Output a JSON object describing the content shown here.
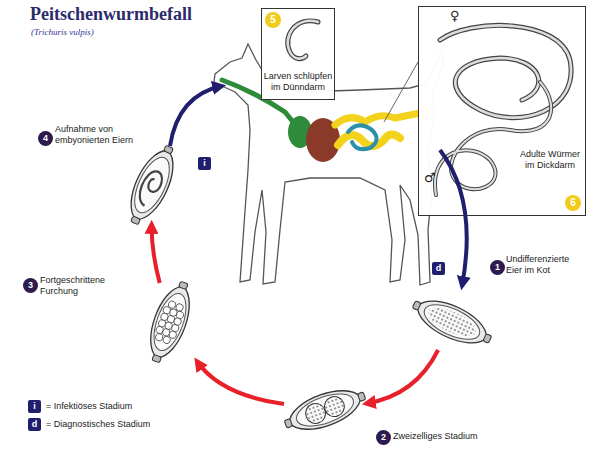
{
  "diagram": {
    "title": "Peitschenwurmbefall",
    "nodes": [
      {
        "text": [
          "1",
          "Undifferenzierte Eier im Kot"
        ]
      },
      {
        "text": [
          "2",
          "Zweizelliges Stadium"
        ]
      },
      {
        "text": [
          "3",
          "Fortgeschrittene Furchung"
        ]
      },
      {
        "text": [
          "4",
          "Aufnahme von embyonierten Eiern"
        ]
      },
      {
        "text": [
          "5",
          "Larven schlüpfen im Dünndarm"
        ]
      },
      {
        "text": [
          "6",
          "Adulte Würmer im Dickdarm"
        ]
      }
    ],
    "edges": [
      {
        "from": 0,
        "to": 1,
        "arrow": "to"
      },
      {
        "from": 1,
        "to": 2,
        "arrow": "to"
      },
      {
        "from": 2,
        "to": 3,
        "arrow": "to"
      }
    ],
    "labels": [
      "(Trichuris vulpis)",
      "i",
      "d",
      "i",
      "d",
      "♀",
      "♂"
    ],
    "legend": [
      {
        "text": "= Infektiöses Stadium"
      },
      {
        "text": "= Diagnostisches Stadium"
      }
    ]
  }
}
